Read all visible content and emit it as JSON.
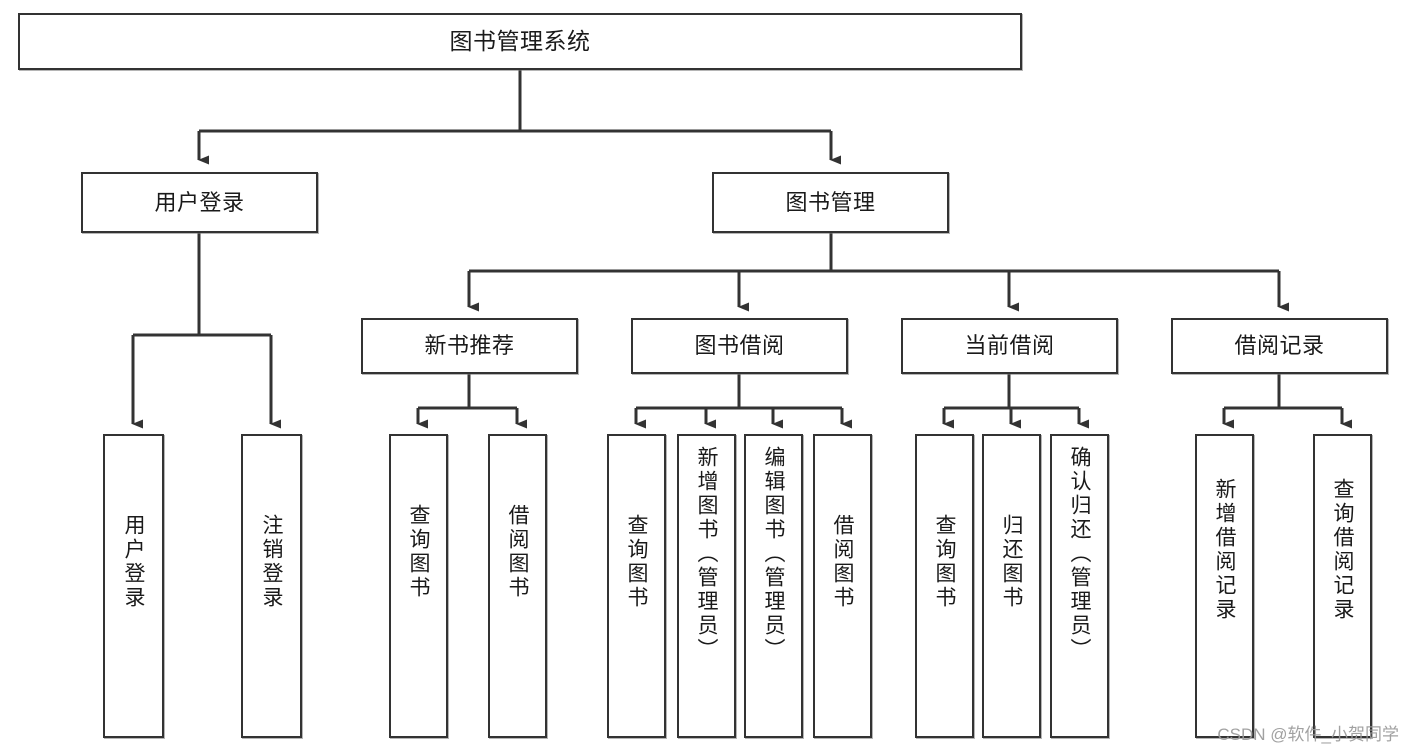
{
  "diagram": {
    "title": "图书管理系统",
    "type": "hierarchy-tree",
    "background_color": "#ffffff",
    "box_border_color": "#333333",
    "text_color": "#1a1a1a",
    "watermark": "CSDN @软件_小贺同学"
  },
  "nodes": {
    "root": {
      "label": "图书管理系统"
    },
    "level2": [
      {
        "label": "用户登录"
      },
      {
        "label": "图书管理"
      }
    ],
    "level3": [
      {
        "label": "新书推荐"
      },
      {
        "label": "图书借阅"
      },
      {
        "label": "当前借阅"
      },
      {
        "label": "借阅记录"
      }
    ],
    "leaves": {
      "user_login": [
        {
          "label": "用户登录"
        },
        {
          "label": "注销登录"
        }
      ],
      "new_book_recommend": [
        {
          "label": "查询图书"
        },
        {
          "label": "借阅图书"
        }
      ],
      "book_borrow": [
        {
          "label": "查询图书"
        },
        {
          "label": "新增图书（管理员）"
        },
        {
          "label": "编辑图书（管理员）"
        },
        {
          "label": "借阅图书"
        }
      ],
      "current_borrow": [
        {
          "label": "查询图书"
        },
        {
          "label": "归还图书"
        },
        {
          "label": "确认归还（管理员）"
        }
      ],
      "borrow_record": [
        {
          "label": "新增借阅记录"
        },
        {
          "label": "查询借阅记录"
        }
      ]
    }
  }
}
